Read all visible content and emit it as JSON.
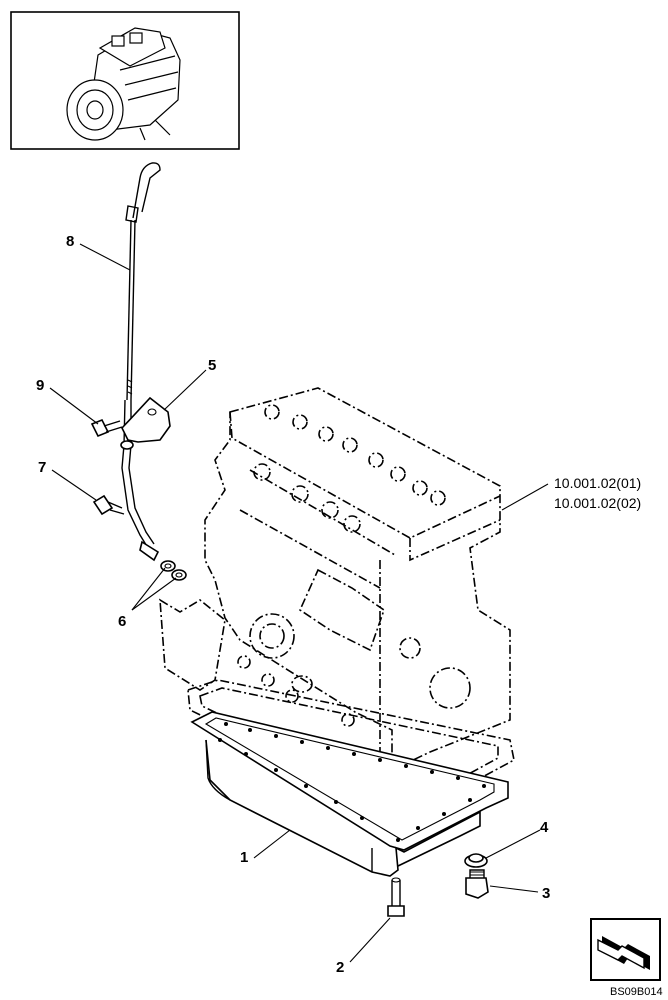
{
  "diagram": {
    "callouts": [
      {
        "id": "1",
        "label": "1"
      },
      {
        "id": "2",
        "label": "2"
      },
      {
        "id": "3",
        "label": "3"
      },
      {
        "id": "4",
        "label": "4"
      },
      {
        "id": "5",
        "label": "5"
      },
      {
        "id": "6",
        "label": "6"
      },
      {
        "id": "7",
        "label": "7"
      },
      {
        "id": "8",
        "label": "8"
      },
      {
        "id": "9",
        "label": "9"
      }
    ],
    "references": [
      "10.001.02(01)",
      "10.001.02(02)"
    ],
    "figure_code": "BS09B014"
  }
}
